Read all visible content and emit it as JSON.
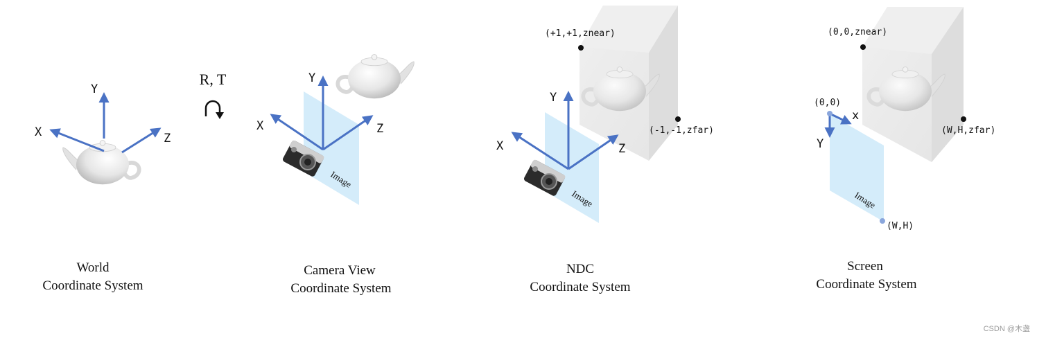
{
  "panels": {
    "world": {
      "axes": {
        "x": "X",
        "y": "Y",
        "z": "Z"
      },
      "caption_line1": "World",
      "caption_line2": "Coordinate System"
    },
    "transform": {
      "label": "R, T"
    },
    "camera": {
      "axes": {
        "x": "X",
        "y": "Y",
        "z": "Z"
      },
      "image_label": "Image",
      "caption_line1": "Camera View",
      "caption_line2": "Coordinate System"
    },
    "ndc": {
      "axes": {
        "x": "X",
        "y": "Y",
        "z": "Z"
      },
      "image_label": "Image",
      "corner_near": "(+1,+1,znear)",
      "corner_far": "(-1,-1,zfar)",
      "caption_line1": "NDC",
      "caption_line2": "Coordinate System"
    },
    "screen": {
      "axes": {
        "x": "x",
        "y": "Y"
      },
      "image_label": "Image",
      "origin": "(0,0)",
      "corner_near": "(0,0,znear)",
      "corner_far": "(W,H,zfar)",
      "corner_image": "(W,H)",
      "caption_line1": "Screen",
      "caption_line2": "Coordinate System"
    }
  },
  "watermark": "CSDN @木盏",
  "colors": {
    "axis": "#4a72c4",
    "image_plane": "#d4ecfa",
    "cube": "#e9e9ea",
    "point": "#111111",
    "screen_point": "#8aa6dc"
  },
  "icons": [
    "teapot-icon",
    "camera-icon",
    "rotate-arrow-icon"
  ]
}
